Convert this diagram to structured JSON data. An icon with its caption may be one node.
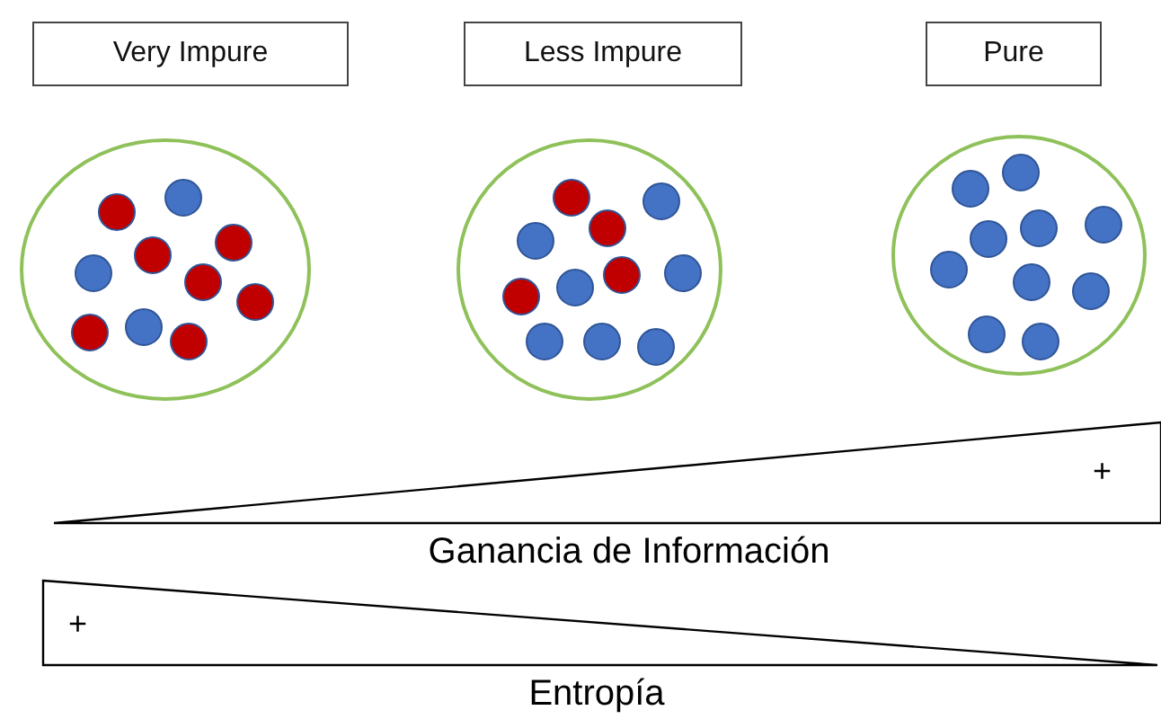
{
  "diagram": {
    "nodes": [
      {
        "text": [
          "Very Impure"
        ]
      },
      {
        "text": [
          "Less Impure"
        ]
      },
      {
        "text": [
          "Pure"
        ]
      }
    ],
    "edges": [],
    "labels": [
      "+",
      "Ganancia de Información",
      "+",
      "Entropía"
    ]
  }
}
